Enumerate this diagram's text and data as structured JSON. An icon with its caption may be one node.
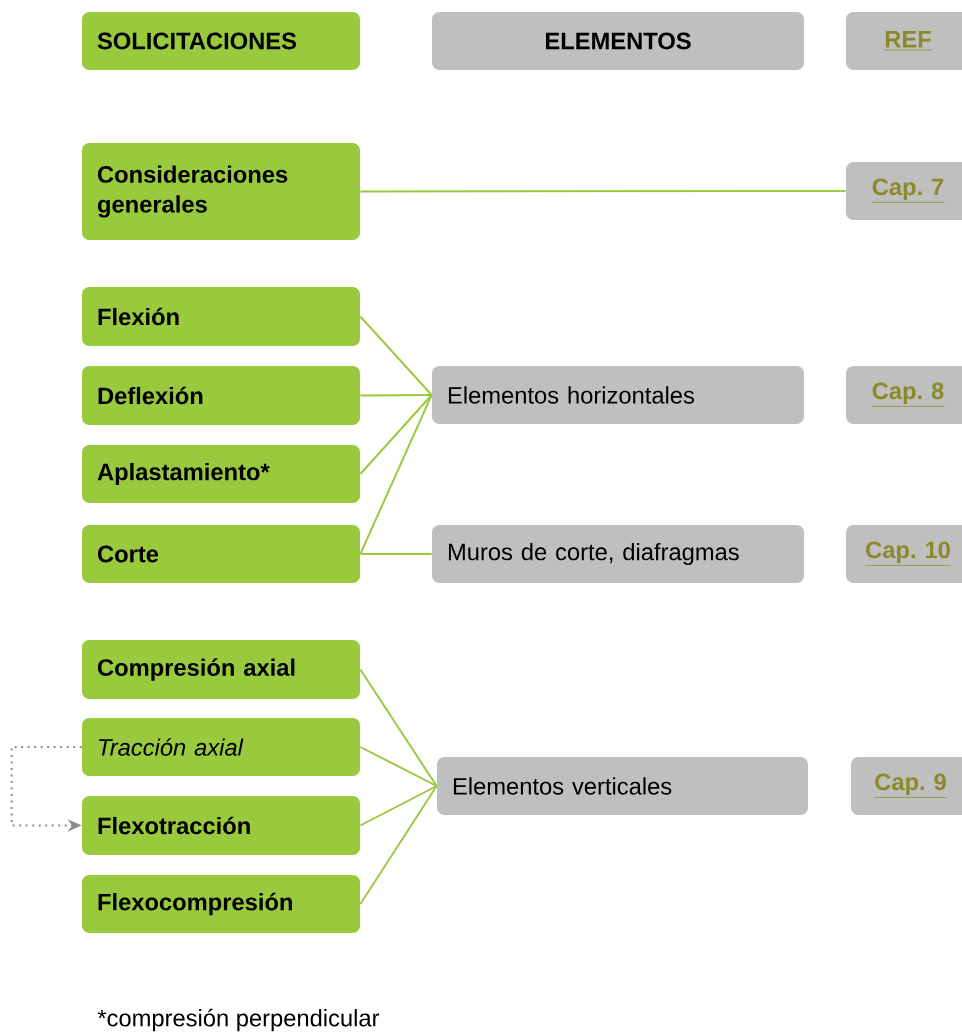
{
  "diagram": {
    "nodes": [
      {
        "text": [
          "SOLICITACIONES"
        ]
      },
      {
        "text": [
          "ELEMENTOS"
        ]
      },
      {
        "text": [
          "REF"
        ]
      },
      {
        "text": [
          "Consideraciones generales"
        ]
      },
      {
        "text": [
          "Cap. 7"
        ]
      },
      {
        "text": [
          "Flexión"
        ]
      },
      {
        "text": [
          "Deflexión"
        ]
      },
      {
        "text": [
          "Elementos horizontales"
        ]
      },
      {
        "text": [
          "Cap. 8"
        ]
      },
      {
        "text": [
          "Aplastamiento*"
        ]
      },
      {
        "text": [
          "Corte"
        ]
      },
      {
        "text": [
          "Muros de corte, diafragmas"
        ]
      },
      {
        "text": [
          "Cap. 10"
        ]
      },
      {
        "text": [
          "Compresión axial"
        ]
      },
      {
        "text": [
          "Tracción axial"
        ]
      },
      {
        "text": [
          "Elementos verticales"
        ]
      },
      {
        "text": [
          "Cap. 9"
        ]
      },
      {
        "text": [
          "Flexotracción"
        ]
      },
      {
        "text": [
          "Flexocompresión"
        ]
      }
    ],
    "edges": [
      {
        "from": 3,
        "to": 4,
        "arrow": "none"
      },
      {
        "from": 5,
        "to": 7,
        "arrow": "none"
      },
      {
        "from": 6,
        "to": 7,
        "arrow": "none"
      },
      {
        "from": 9,
        "to": 7,
        "arrow": "none"
      },
      {
        "from": 10,
        "to": 7,
        "arrow": "none"
      },
      {
        "from": 10,
        "to": 11,
        "arrow": "none"
      },
      {
        "from": 13,
        "to": 15,
        "arrow": "none"
      },
      {
        "from": 14,
        "to": 15,
        "arrow": "none"
      },
      {
        "from": 17,
        "to": 15,
        "arrow": "none"
      },
      {
        "from": 18,
        "to": 15,
        "arrow": "none"
      },
      {
        "from": 14,
        "to": 17,
        "arrow": "to",
        "style": "dashed",
        "color": "#8c8c8c"
      }
    ],
    "labels": [
      "*compresión perpendicular"
    ]
  }
}
